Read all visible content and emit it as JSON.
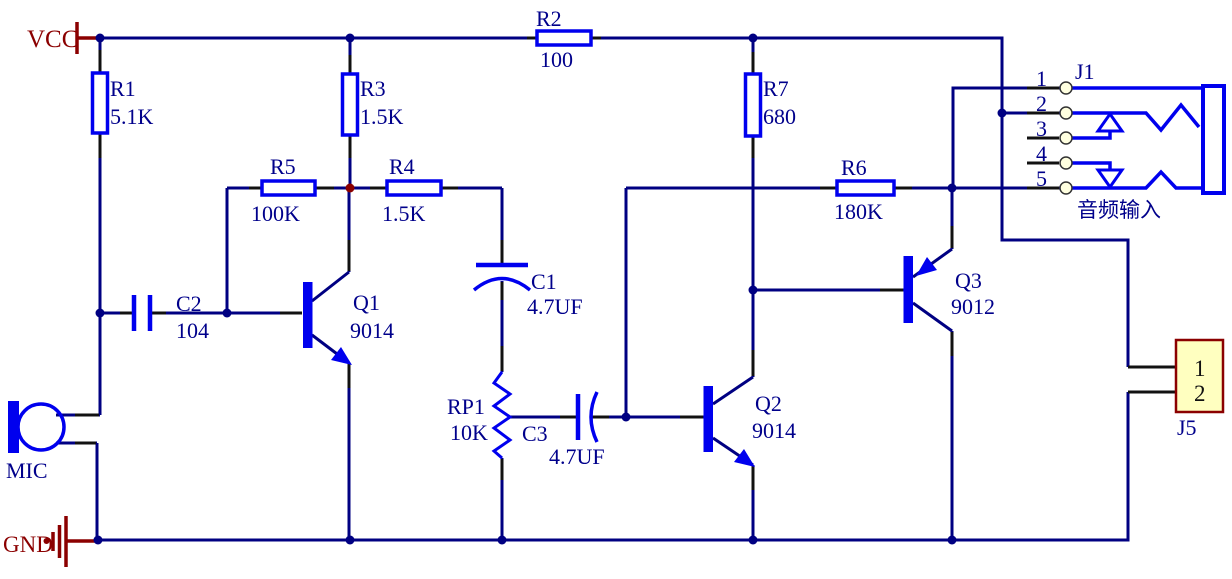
{
  "diagram_type": "analog audio amplifier schematic",
  "power": {
    "vcc": "VCC",
    "gnd": "GND"
  },
  "components": {
    "r1": {
      "ref": "R1",
      "value": "5.1K"
    },
    "r2": {
      "ref": "R2",
      "value": "100"
    },
    "r3": {
      "ref": "R3",
      "value": "1.5K"
    },
    "r4": {
      "ref": "R4",
      "value": "1.5K"
    },
    "r5": {
      "ref": "R5",
      "value": "100K"
    },
    "r6": {
      "ref": "R6",
      "value": "180K"
    },
    "r7": {
      "ref": "R7",
      "value": "680"
    },
    "rp1": {
      "ref": "RP1",
      "value": "10K"
    },
    "c1": {
      "ref": "C1",
      "value": "4.7UF"
    },
    "c2": {
      "ref": "C2",
      "value": "104"
    },
    "c3": {
      "ref": "C3",
      "value": "4.7UF"
    },
    "q1": {
      "ref": "Q1",
      "value": "9014"
    },
    "q2": {
      "ref": "Q2",
      "value": "9014"
    },
    "q3": {
      "ref": "Q3",
      "value": "9012"
    },
    "mic": {
      "ref": "MIC"
    },
    "j1": {
      "ref": "J1",
      "pins": [
        "1",
        "2",
        "3",
        "4",
        "5"
      ],
      "caption": "音频输入"
    },
    "j5": {
      "ref": "J5",
      "pins": [
        "1",
        "2"
      ]
    }
  },
  "colors": {
    "wire": "#000082",
    "component": "#0000EE",
    "pin": "#111111",
    "power": "#8B0000",
    "label": "#00008B",
    "connector_fill": "#FFFFC0",
    "pad_fill": "#FFFFE0"
  }
}
